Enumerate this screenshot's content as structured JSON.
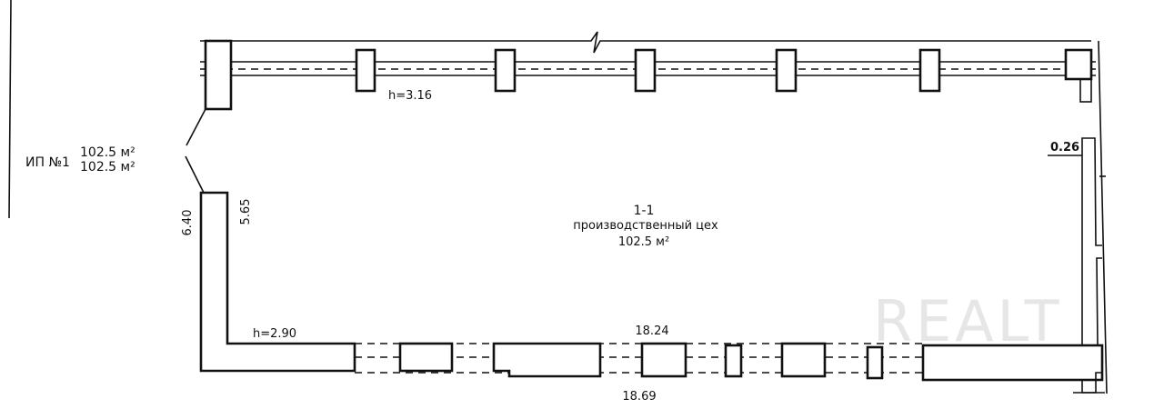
{
  "plan": {
    "label": "ИП №1",
    "area_total": "102.5 м²",
    "area_living": "102.5 м²",
    "room_number": "1-1",
    "room_name": "производственный цех",
    "room_area": "102.5 м²",
    "height_top": "h=3.16",
    "height_bottom": "h=2.90",
    "dim_right": "0.26",
    "dim_inner_length": "18.24",
    "dim_outer_length": "18.69",
    "dim_left_outer": "6.40",
    "dim_left_inner": "5.65"
  },
  "watermark": "REALT",
  "colors": {
    "line": "#111111",
    "watermark": "#e4e4e4"
  }
}
